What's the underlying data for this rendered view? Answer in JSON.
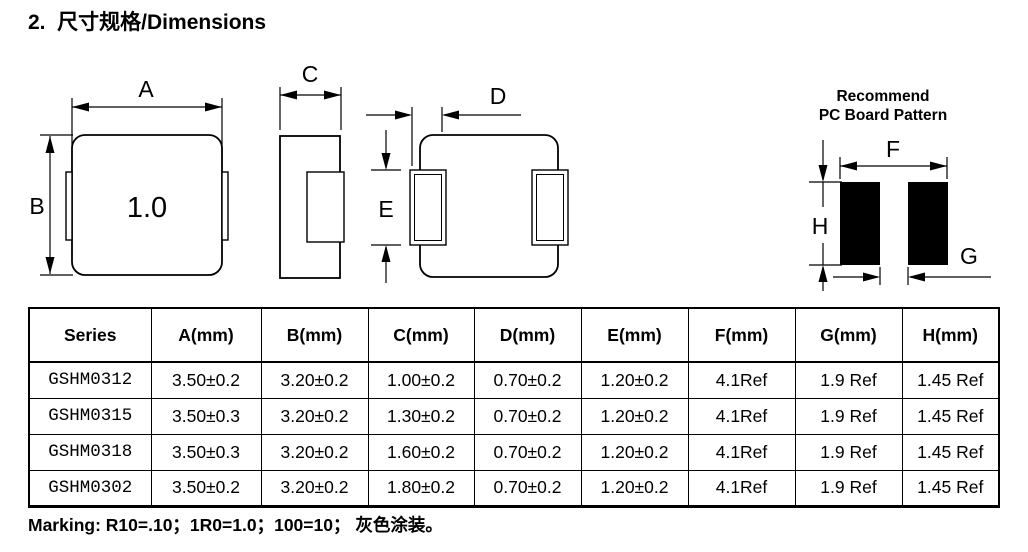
{
  "page": {
    "title": "2.  尺寸规格/Dimensions",
    "marking_note": "Marking: R10=.10；1R0=1.0；100=10； 灰色涂装。"
  },
  "drawings": {
    "top_view": {
      "dim_width": "A",
      "dim_height": "B",
      "part_marking": "1.0"
    },
    "side_view": {
      "dim_thickness": "C"
    },
    "bottom_view": {
      "dim_pad_width": "D",
      "dim_pad_height": "E"
    },
    "pcb_pattern": {
      "title_line1": "Recommend",
      "title_line2": "PC Board Pattern",
      "dim_span": "F",
      "dim_gap": "G",
      "dim_pad_height": "H"
    }
  },
  "table": {
    "headers": [
      "Series",
      "A(mm)",
      "B(mm)",
      "C(mm)",
      "D(mm)",
      "E(mm)",
      "F(mm)",
      "G(mm)",
      "H(mm)"
    ],
    "rows": [
      [
        "GSHM0312",
        "3.50±0.2",
        "3.20±0.2",
        "1.00±0.2",
        "0.70±0.2",
        "1.20±0.2",
        "4.1Ref",
        "1.9 Ref",
        "1.45 Ref"
      ],
      [
        "GSHM0315",
        "3.50±0.3",
        "3.20±0.2",
        "1.30±0.2",
        "0.70±0.2",
        "1.20±0.2",
        "4.1Ref",
        "1.9 Ref",
        "1.45 Ref"
      ],
      [
        "GSHM0318",
        "3.50±0.3",
        "3.20±0.2",
        "1.60±0.2",
        "0.70±0.2",
        "1.20±0.2",
        "4.1Ref",
        "1.9 Ref",
        "1.45 Ref"
      ],
      [
        "GSHM0302",
        "3.50±0.2",
        "3.20±0.2",
        "1.80±0.2",
        "0.70±0.2",
        "1.20±0.2",
        "4.1Ref",
        "1.9 Ref",
        "1.45 Ref"
      ]
    ]
  },
  "colors": {
    "ink": "#000000",
    "background": "#ffffff"
  }
}
